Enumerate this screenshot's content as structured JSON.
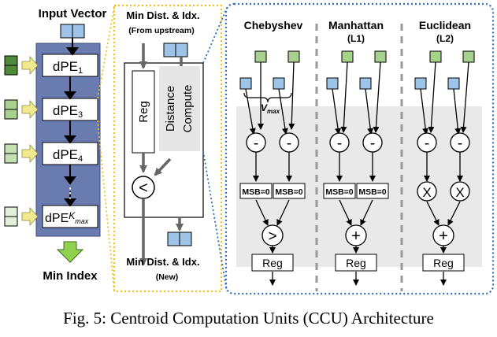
{
  "left_panel": {
    "input_label": "Input Vector",
    "output_label": "Min Index",
    "units": [
      {
        "base": "dPE",
        "sub": "1"
      },
      {
        "base": "dPE",
        "sub": "3"
      },
      {
        "base": "dPE",
        "sub": "4"
      },
      {
        "base": "dPE",
        "sub": "K",
        "sub2": "max"
      }
    ],
    "ellipsis": "⋮",
    "colors": {
      "panel": "#6a7bb0",
      "box": "#ffffff",
      "arrow": "#f3e98f",
      "green_dark": "#4e8a3a",
      "green_light": "#bfe0b0",
      "blue": "#9dc3e6"
    }
  },
  "middle_panel": {
    "top_label": "Min Dist. & Idx.",
    "top_sub": "(From upstream)",
    "reg_label": "Reg",
    "compute_label_1": "Distance",
    "compute_label_2": "Compute",
    "comparator": "<",
    "bottom_label": "Min Dist. & Idx.",
    "bottom_sub": "(New)",
    "colors": {
      "border": "#f0c21c"
    }
  },
  "right_panel": {
    "colors": {
      "border": "#2f6fb5",
      "shade": "#e9e9e9",
      "divider": "#999999"
    },
    "columns": [
      {
        "title": "Chebyshev",
        "subtitle": "",
        "op": "-",
        "msb": "MSB=0",
        "combine": ">",
        "reg": "Reg",
        "vmax": "V",
        "vmax_sub": "max"
      },
      {
        "title": "Manhattan",
        "subtitle": "(L1)",
        "op": "-",
        "msb": "MSB=0",
        "combine": "+",
        "reg": "Reg"
      },
      {
        "title": "Euclidean",
        "subtitle": "(L2)",
        "op": "-",
        "square": "X",
        "combine": "+",
        "reg": "Reg"
      }
    ]
  },
  "caption": "Fig. 5: Centroid Computation Units (CCU) Architecture"
}
